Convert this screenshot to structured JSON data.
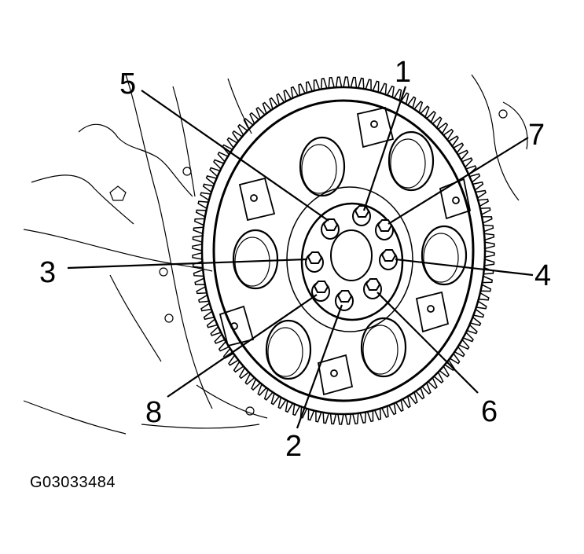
{
  "figure_id": "G03033484",
  "bolt_labels": [
    {
      "id": "1",
      "text": "1"
    },
    {
      "id": "2",
      "text": "2"
    },
    {
      "id": "3",
      "text": "3"
    },
    {
      "id": "4",
      "text": "4"
    },
    {
      "id": "5",
      "text": "5"
    },
    {
      "id": "6",
      "text": "6"
    },
    {
      "id": "7",
      "text": "7"
    },
    {
      "id": "8",
      "text": "8"
    }
  ],
  "colors": {
    "line": "#000000",
    "background": "#ffffff"
  }
}
